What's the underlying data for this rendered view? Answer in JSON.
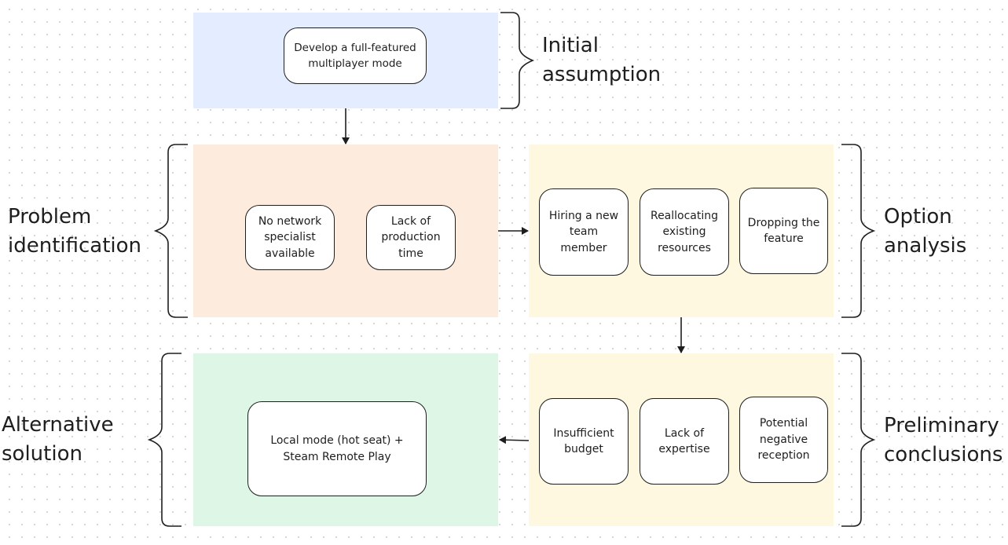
{
  "colors": {
    "assumption_panel": "#e3edff",
    "problem_panel": "#fdebdd",
    "options_panel": "#fdf8df",
    "conclusions_panel": "#fdf8df",
    "solution_panel": "#def6e6",
    "stroke": "#1e1e1e"
  },
  "sections": {
    "initial_assumption": {
      "label": "Initial\nassumption",
      "nodes": [
        "Develop a full-featured\nmultiplayer mode"
      ]
    },
    "problem_identification": {
      "label": "Problem\nidentification",
      "nodes": [
        "No network\nspecialist\navailable",
        "Lack of\nproduction\ntime"
      ]
    },
    "option_analysis": {
      "label": "Option\nanalysis",
      "nodes": [
        "Hiring a new\nteam\nmember",
        "Reallocating\nexisting\nresources",
        "Dropping the\nfeature"
      ]
    },
    "preliminary_conclusions": {
      "label": "Preliminary\nconclusions",
      "nodes": [
        "Insufficient\nbudget",
        "Lack of\nexpertise",
        "Potential\nnegative\nreception"
      ]
    },
    "alternative_solution": {
      "label": "Alternative\nsolution",
      "nodes": [
        "Local mode (hot seat) +\nSteam Remote Play"
      ]
    }
  }
}
